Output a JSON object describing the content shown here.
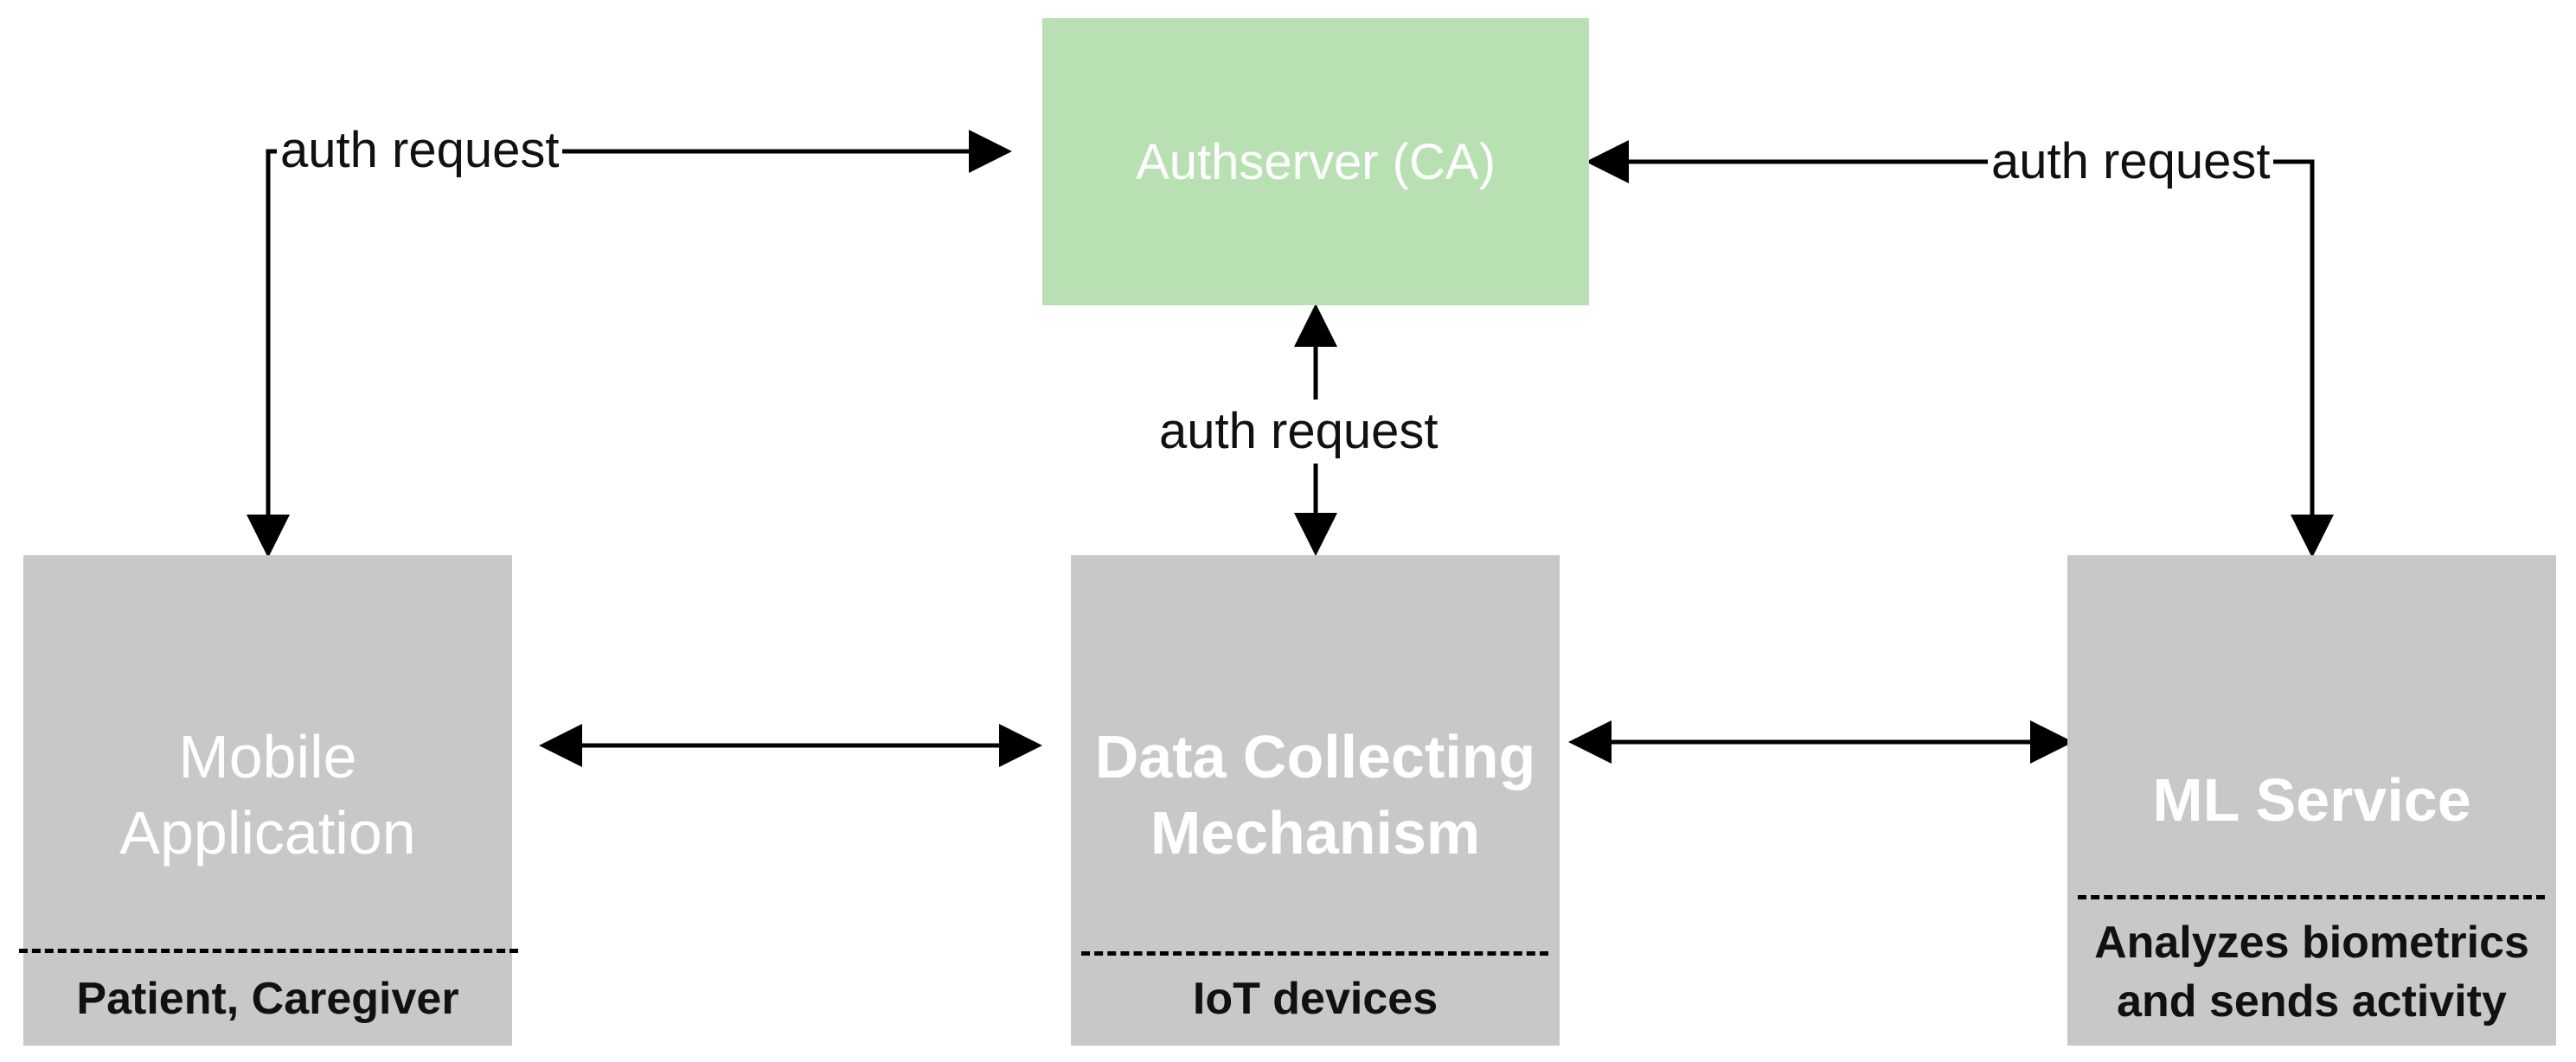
{
  "nodes": {
    "authserver": {
      "label": "Authserver (CA)",
      "color": "#b9e0b3"
    },
    "mobile": {
      "title_line1": "Mobile",
      "title_line2": "Application",
      "subtitle": "Patient, Caregiver",
      "color": "#c8c8c8"
    },
    "collector": {
      "title_line1": "Data Collecting",
      "title_line2": "Mechanism",
      "subtitle": "IoT devices",
      "color": "#c8c8c8"
    },
    "ml": {
      "title": "ML Service",
      "subtitle_line1": "Analyzes biometrics",
      "subtitle_line2": "and sends activity",
      "color": "#c8c8c8"
    }
  },
  "edges": {
    "left_auth": "auth request",
    "center_auth": "auth request",
    "right_auth": "auth request"
  }
}
